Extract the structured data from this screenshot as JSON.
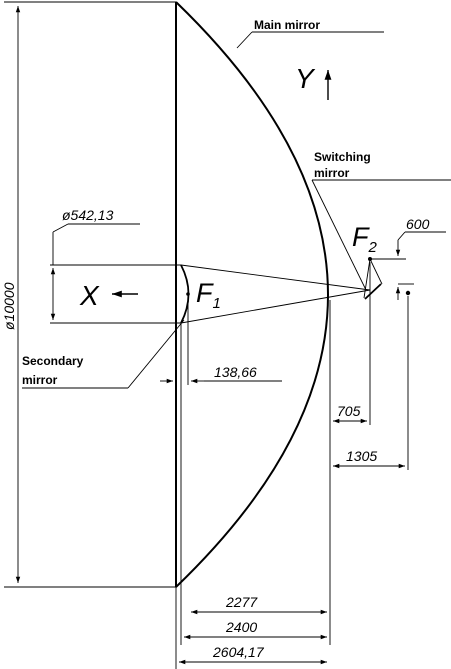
{
  "labels": {
    "main_mirror": "Main mirror",
    "switching_mirror_1": "Switching",
    "switching_mirror_2": "mirror",
    "secondary_mirror_1": "Secondary",
    "secondary_mirror_2": "mirror",
    "axis_y": "Y",
    "axis_x": "X",
    "focus_1": "F",
    "focus_1_sub": "1",
    "focus_2": "F",
    "focus_2_sub": "2"
  },
  "dimensions": {
    "diameter_main": "ø10000",
    "diameter_secondary": "ø542,13",
    "offset_600": "600",
    "offset_138": "138,66",
    "dist_705": "705",
    "dist_1305": "1305",
    "dist_2277": "2277",
    "dist_2400": "2400",
    "dist_2604": "2604,17"
  }
}
